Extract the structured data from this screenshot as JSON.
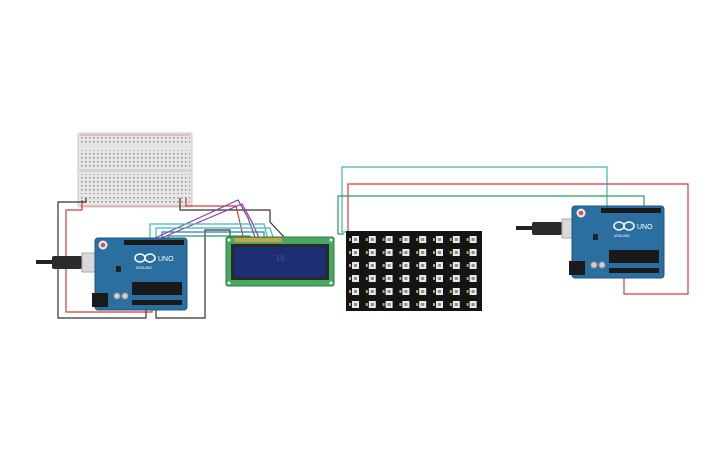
{
  "arduino_left": {
    "logo_text": "UNO",
    "brand_text": "ARDUINO"
  },
  "arduino_right": {
    "logo_text": "UNO",
    "brand_text": "ARDUINO"
  },
  "lcd": {
    "display_text": "10"
  },
  "colors": {
    "wire_red": "#d83a3a",
    "wire_black": "#333333",
    "wire_teal": "#3fb8b8",
    "wire_green": "#2f9a5a",
    "wire_purple": "#8a3fa6",
    "wire_blue": "#2f78c8",
    "arduino_board": "#2a6fa0",
    "lcd_pcb": "#48a860",
    "lcd_screen": "#1e2e73",
    "matrix_bg": "#141414"
  }
}
